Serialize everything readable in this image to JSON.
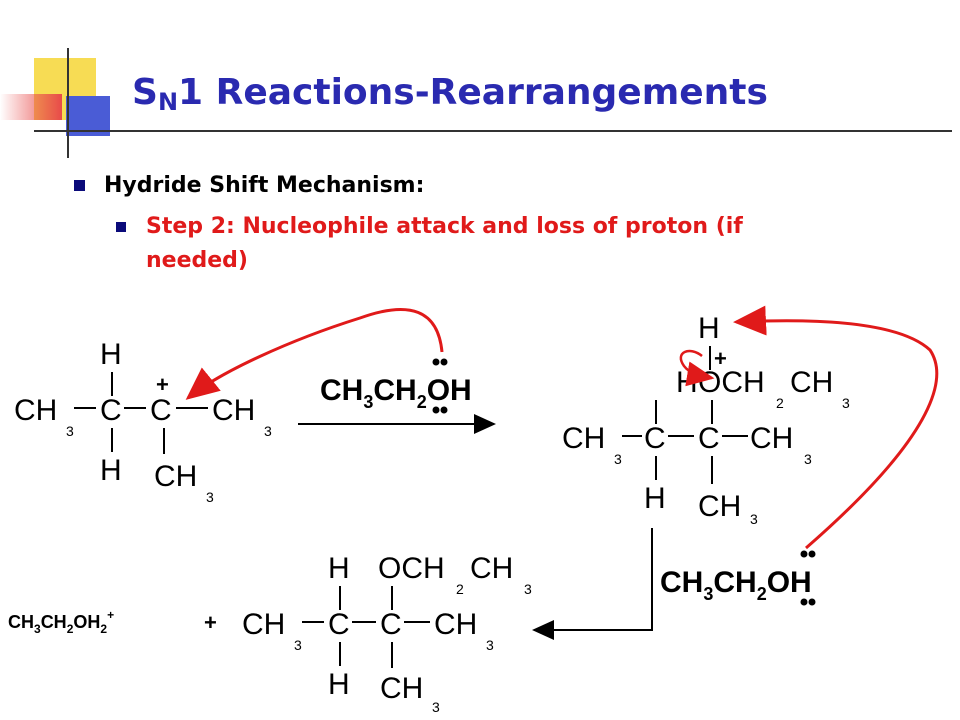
{
  "slide": {
    "title_main": "S",
    "title_sub": "N",
    "title_rest": "1 Reactions-Rearrangements"
  },
  "bullets": [
    {
      "text": "Hydride Shift Mechanism:",
      "color": "#000000"
    },
    {
      "text": "Step 2:  Nucleophile attack and loss of proton (if needed)",
      "color": "#e01a1a"
    }
  ],
  "colors": {
    "title": "#2a2ab0",
    "arrow_red": "#e01a1a",
    "deco_yellow": "#f7dc54",
    "deco_blue": "#4a5cd6",
    "deco_red": "#e84a4a"
  },
  "scheme": {
    "reagent": {
      "p1": "CH",
      "s1": "3",
      "p2": "CH",
      "s2": "2",
      "p3": "OH"
    },
    "plus_sign": "+",
    "byproduct": {
      "p1": "CH",
      "s1": "3",
      "p2": "CH",
      "s2": "2",
      "p3": "OH",
      "s3": "2",
      "charge": "+"
    },
    "atoms": {
      "H": "H",
      "C": "C",
      "CH": "CH",
      "O": "O",
      "OCH": "OCH",
      "three": "3",
      "two": "2"
    }
  }
}
